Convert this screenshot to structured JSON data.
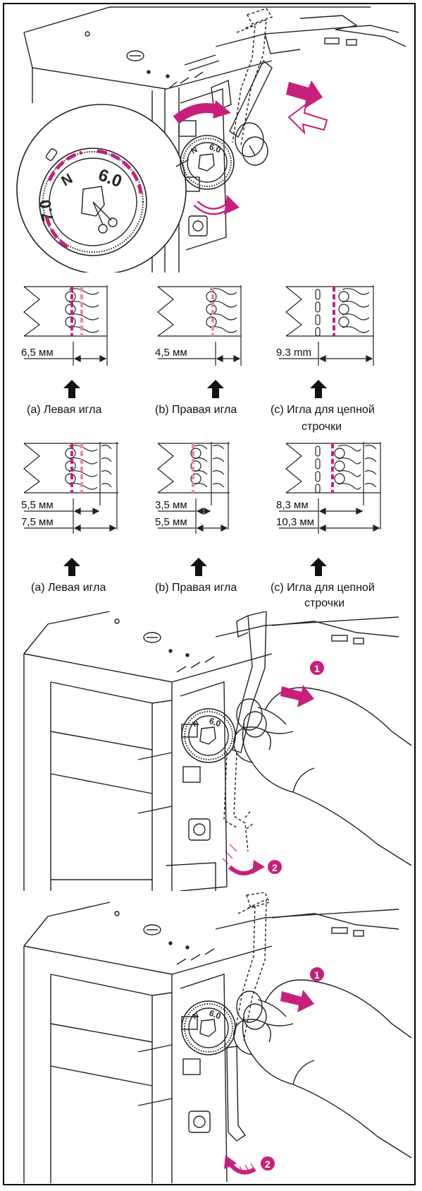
{
  "colors": {
    "accent": "#c8207a",
    "accent_light": "#e88bb3",
    "line": "#222222"
  },
  "dial": {
    "label_n": "N",
    "label_6": "6.0",
    "label_7": "7.0"
  },
  "step_markers": {
    "one": "1",
    "two": "2"
  },
  "row1": {
    "left": {
      "measure": "6,5 мм",
      "caption": "(a) Левая игла"
    },
    "right": {
      "measure": "4,5 мм",
      "caption": "(b) Правая игла"
    },
    "chain": {
      "measure": "9.3 mm",
      "caption_line1": "(c) Игла для цепной",
      "caption_line2": "строчки"
    }
  },
  "row2": {
    "left": {
      "measure_a": "5,5 мм",
      "measure_b": "7,5 мм",
      "caption": "(a) Левая игла"
    },
    "right": {
      "measure_a": "3,5 мм",
      "measure_b": "5,5 мм",
      "caption": "(b) Правая игла"
    },
    "chain": {
      "measure_a": "8,3 мм",
      "measure_b": "10,3 мм",
      "caption_line1": "(c) Игла для цепной",
      "caption_line2": "строчки"
    }
  }
}
